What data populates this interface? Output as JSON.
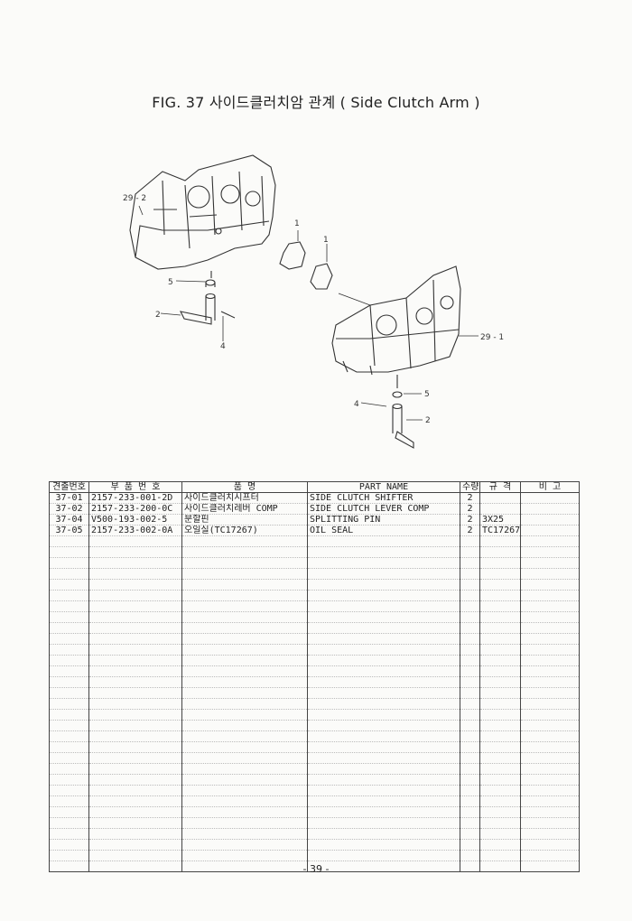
{
  "header": {
    "title": "FIG. 37 사이드클러치암 관계 ( Side Clutch Arm )"
  },
  "diagram": {
    "callouts": [
      "29 - 2",
      "1",
      "1",
      "5",
      "2",
      "4",
      "29 - 1",
      "4",
      "5",
      "2"
    ]
  },
  "table": {
    "columns": [
      "견출번호",
      "부 품 번 호",
      "품 명",
      "PART NAME",
      "수량",
      "규 격",
      "비 고"
    ],
    "rows": [
      {
        "no": "37-01",
        "part_no": "2157-233-001-2D",
        "name_kr": "사이드클러치시프터",
        "part_name": "SIDE CLUTCH SHIFTER",
        "qty": "2",
        "spec": "",
        "remark": ""
      },
      {
        "no": "37-02",
        "part_no": "2157-233-200-0C",
        "name_kr": "사이드클러치레버 COMP",
        "part_name": "SIDE CLUTCH LEVER COMP",
        "qty": "2",
        "spec": "",
        "remark": ""
      },
      {
        "no": "37-04",
        "part_no": "V500-193-002-5",
        "name_kr": "분할핀",
        "part_name": "SPLITTING PIN",
        "qty": "2",
        "spec": "3X25",
        "remark": ""
      },
      {
        "no": "37-05",
        "part_no": "2157-233-002-0A",
        "name_kr": "오일실(TC17267)",
        "part_name": "OIL SEAL",
        "qty": "2",
        "spec": "TC17267",
        "remark": ""
      }
    ],
    "empty_rows": 31
  },
  "footer": {
    "page_number": "- 39 -"
  }
}
